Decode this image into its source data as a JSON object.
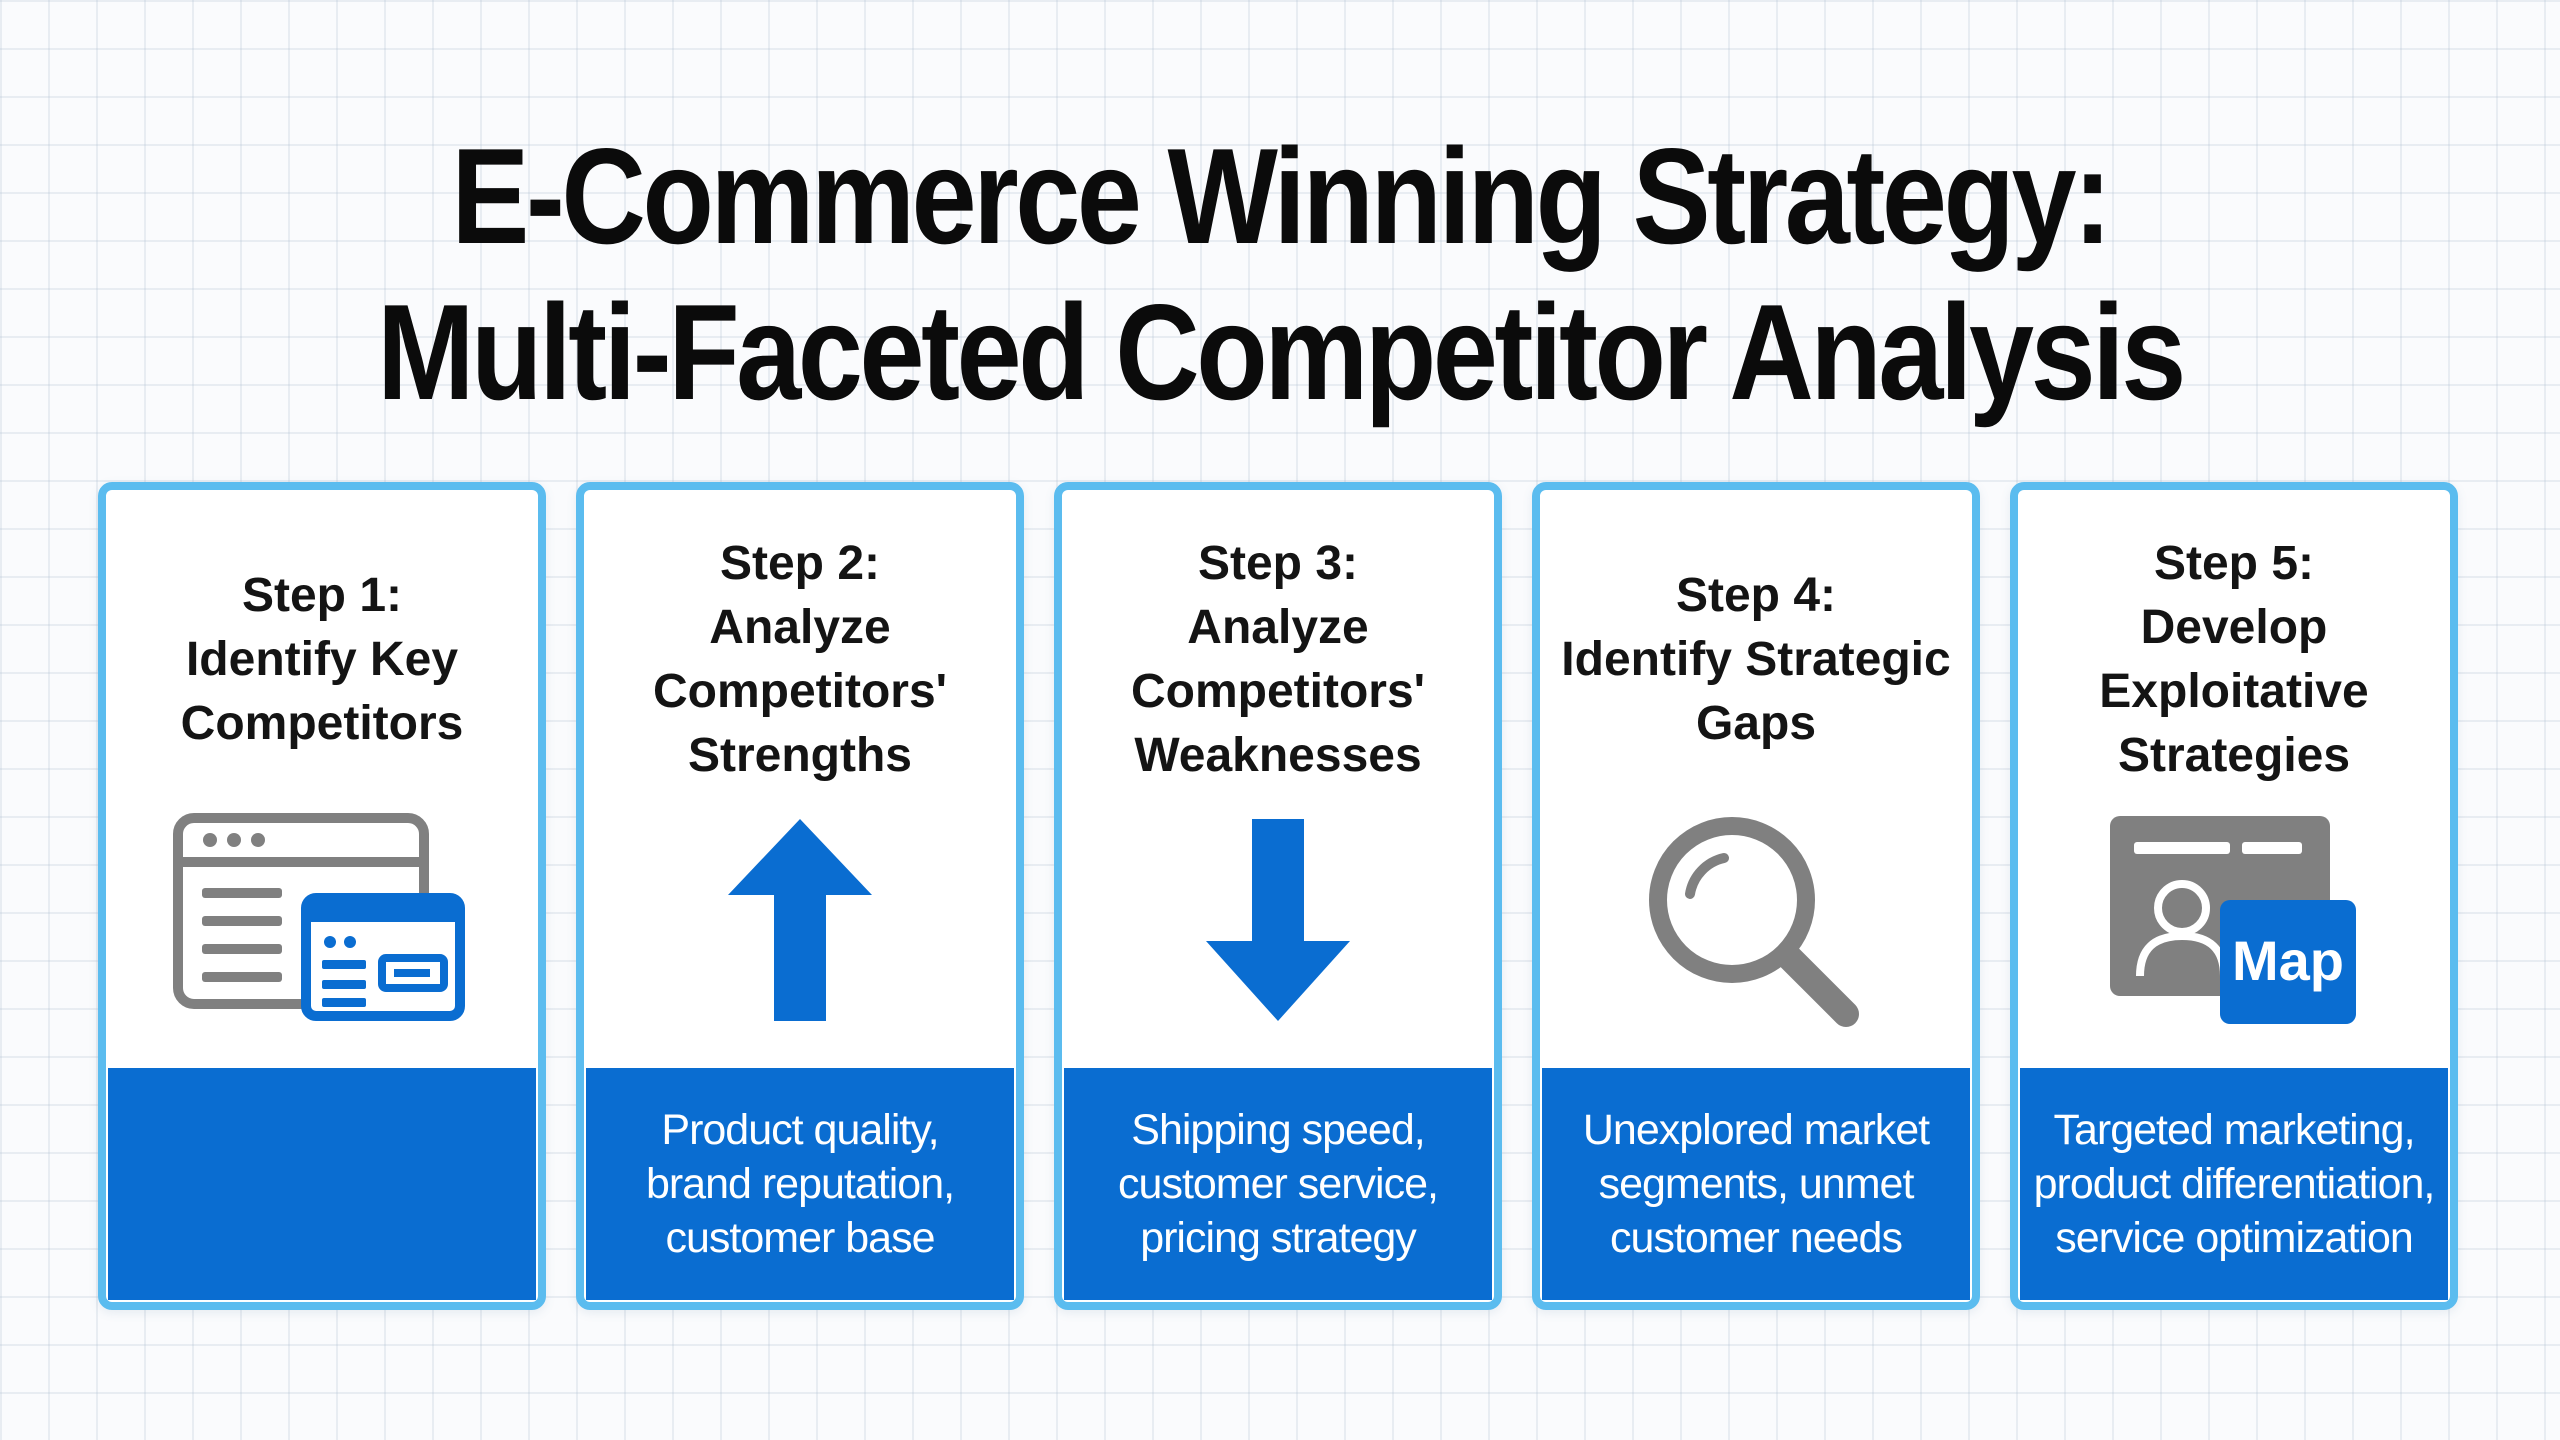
{
  "title": {
    "line1": "E-Commerce Winning Strategy:",
    "line2": "Multi-Faceted Competitor Analysis"
  },
  "colors": {
    "card_border": "#5bbcef",
    "footer_blue": "#0a6dd1",
    "icon_blue": "#0a6dd1",
    "icon_gray": "#808080"
  },
  "steps": [
    {
      "title": "Step 1:\nIdentify Key\nCompetitors",
      "icon": "browser-windows-icon",
      "description": ""
    },
    {
      "title": "Step 2:\nAnalyze\nCompetitors'\nStrengths",
      "icon": "arrow-up-icon",
      "description": "Product quality,\nbrand reputation,\ncustomer base"
    },
    {
      "title": "Step 3:\nAnalyze\nCompetitors'\nWeaknesses",
      "icon": "arrow-down-icon",
      "description": "Shipping speed,\ncustomer service,\npricing strategy"
    },
    {
      "title": "Step 4:\nIdentify Strategic\nGaps",
      "icon": "magnifying-glass-icon",
      "description": "Unexplored market\nsegments, unmet\ncustomer needs"
    },
    {
      "title": "Step 5:\nDevelop\nExploitative\nStrategies",
      "icon": "profile-map-icon",
      "icon_label": "Map",
      "description": "Targeted marketing,\nproduct differentiation,\nservice optimization"
    }
  ]
}
